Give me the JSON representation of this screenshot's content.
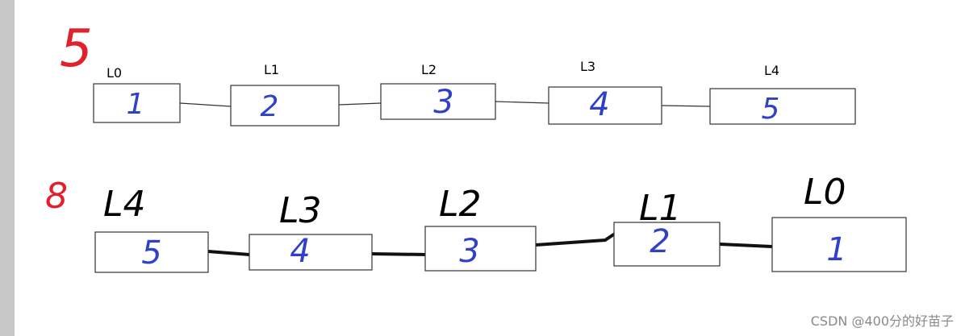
{
  "colors": {
    "node_border": "#333333",
    "value_ink": "#3040c8",
    "marker_ink": "#e0202a",
    "label_ink": "#000000",
    "watermark": "#8a8a8a"
  },
  "top_row": {
    "marker": "5",
    "labels": [
      "L0",
      "L1",
      "L2",
      "L3",
      "L4"
    ],
    "values": [
      "1",
      "2",
      "3",
      "4",
      "5"
    ]
  },
  "bottom_row": {
    "marker": "8",
    "labels": [
      "L4",
      "L3",
      "L2",
      "L1",
      "L0"
    ],
    "values": [
      "5",
      "4",
      "3",
      "2",
      "1"
    ]
  },
  "watermark": "CSDN @400分的好苗子"
}
